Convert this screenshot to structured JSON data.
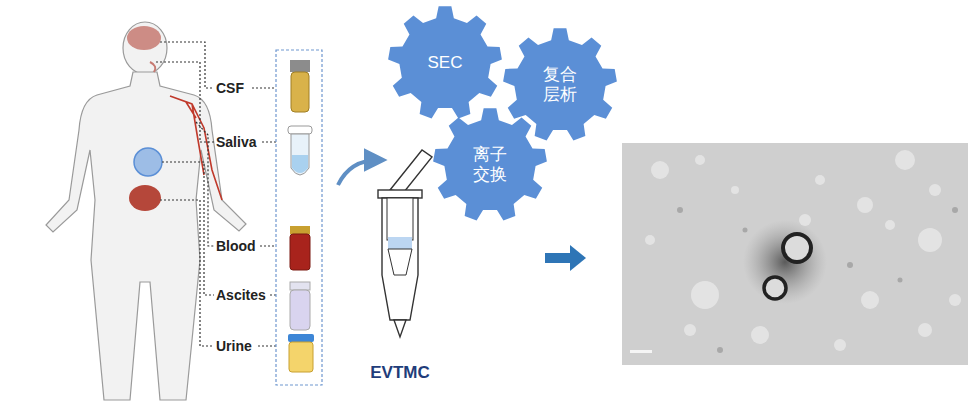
{
  "diagram": {
    "nodes": [
      {
        "text": [
          "SEC"
        ]
      },
      {
        "text": [
          "复合 层析"
        ]
      },
      {
        "text": [
          "离子 交换"
        ]
      },
      {
        "text": [
          "EVTMC"
        ]
      }
    ],
    "labels": [
      "CSF",
      "Saliva",
      "Blood",
      "Ascites",
      "Urine"
    ]
  }
}
